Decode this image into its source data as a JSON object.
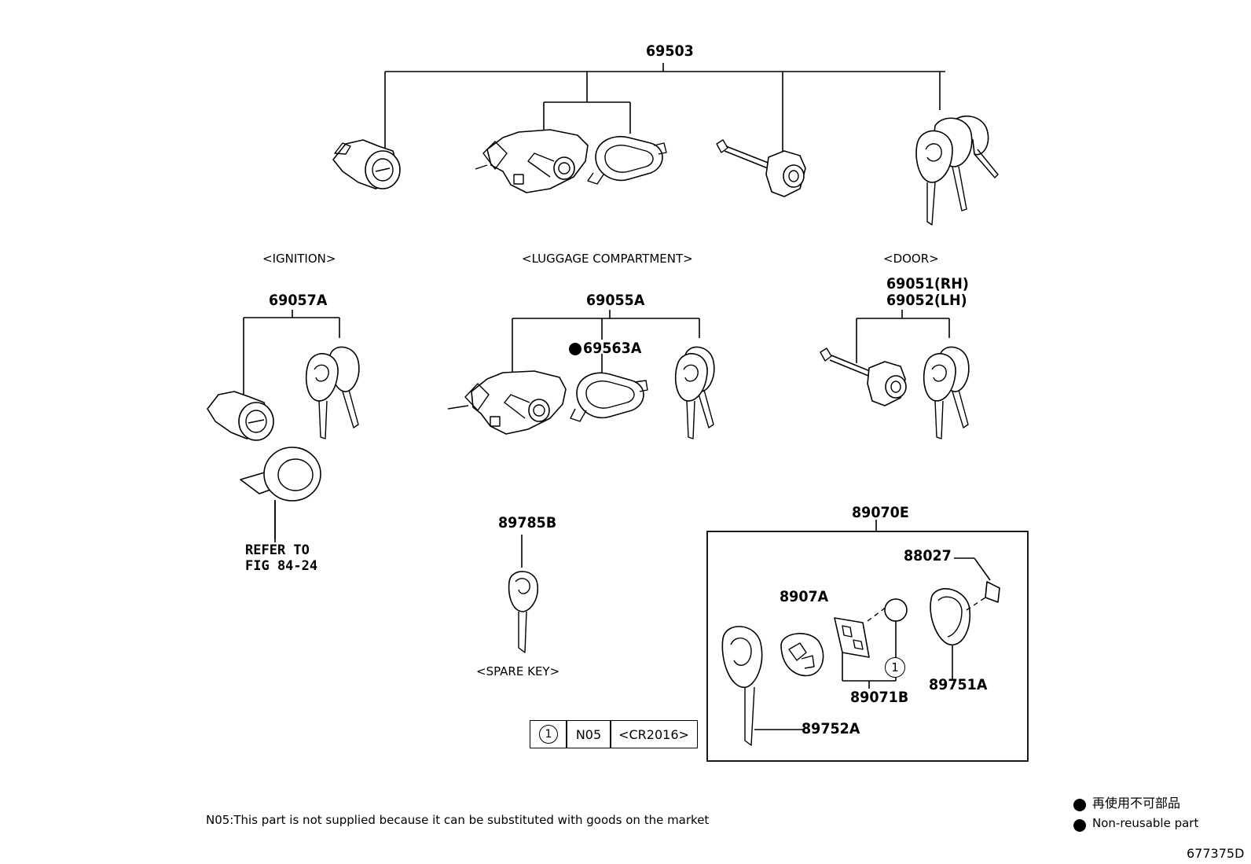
{
  "parts": {
    "main_assembly": "69503",
    "ignition_set": "69057A",
    "luggage_set": "69055A",
    "luggage_gasket": "69563A",
    "door_set_rh": "69051(RH)",
    "door_set_lh": "69052(LH)",
    "spare_key": "89785B",
    "transmitter_assembly": "89070E",
    "label_88027": "88027",
    "case_89907A": "8907A",
    "board": "89071B",
    "cover": "89751A",
    "key_plate": "89752A"
  },
  "sections": {
    "ignition": "<IGNITION>",
    "luggage": "<LUGGAGE COMPARTMENT>",
    "door": "<DOOR>",
    "spare_key": "<SPARE KEY>"
  },
  "refer": {
    "line1": "REFER TO",
    "line2": "FIG 84-24"
  },
  "callout": {
    "circle_number": "1"
  },
  "legend_table": {
    "cell1": "1",
    "cell2": "N05",
    "cell3": "<CR2016>"
  },
  "notes": {
    "n05": "N05:This part is not supplied because it can be substituted with goods on the market",
    "nonreusable_jp": "再使用不可部品",
    "nonreusable_en": "Non-reusable part"
  },
  "figure_id": "677375D"
}
